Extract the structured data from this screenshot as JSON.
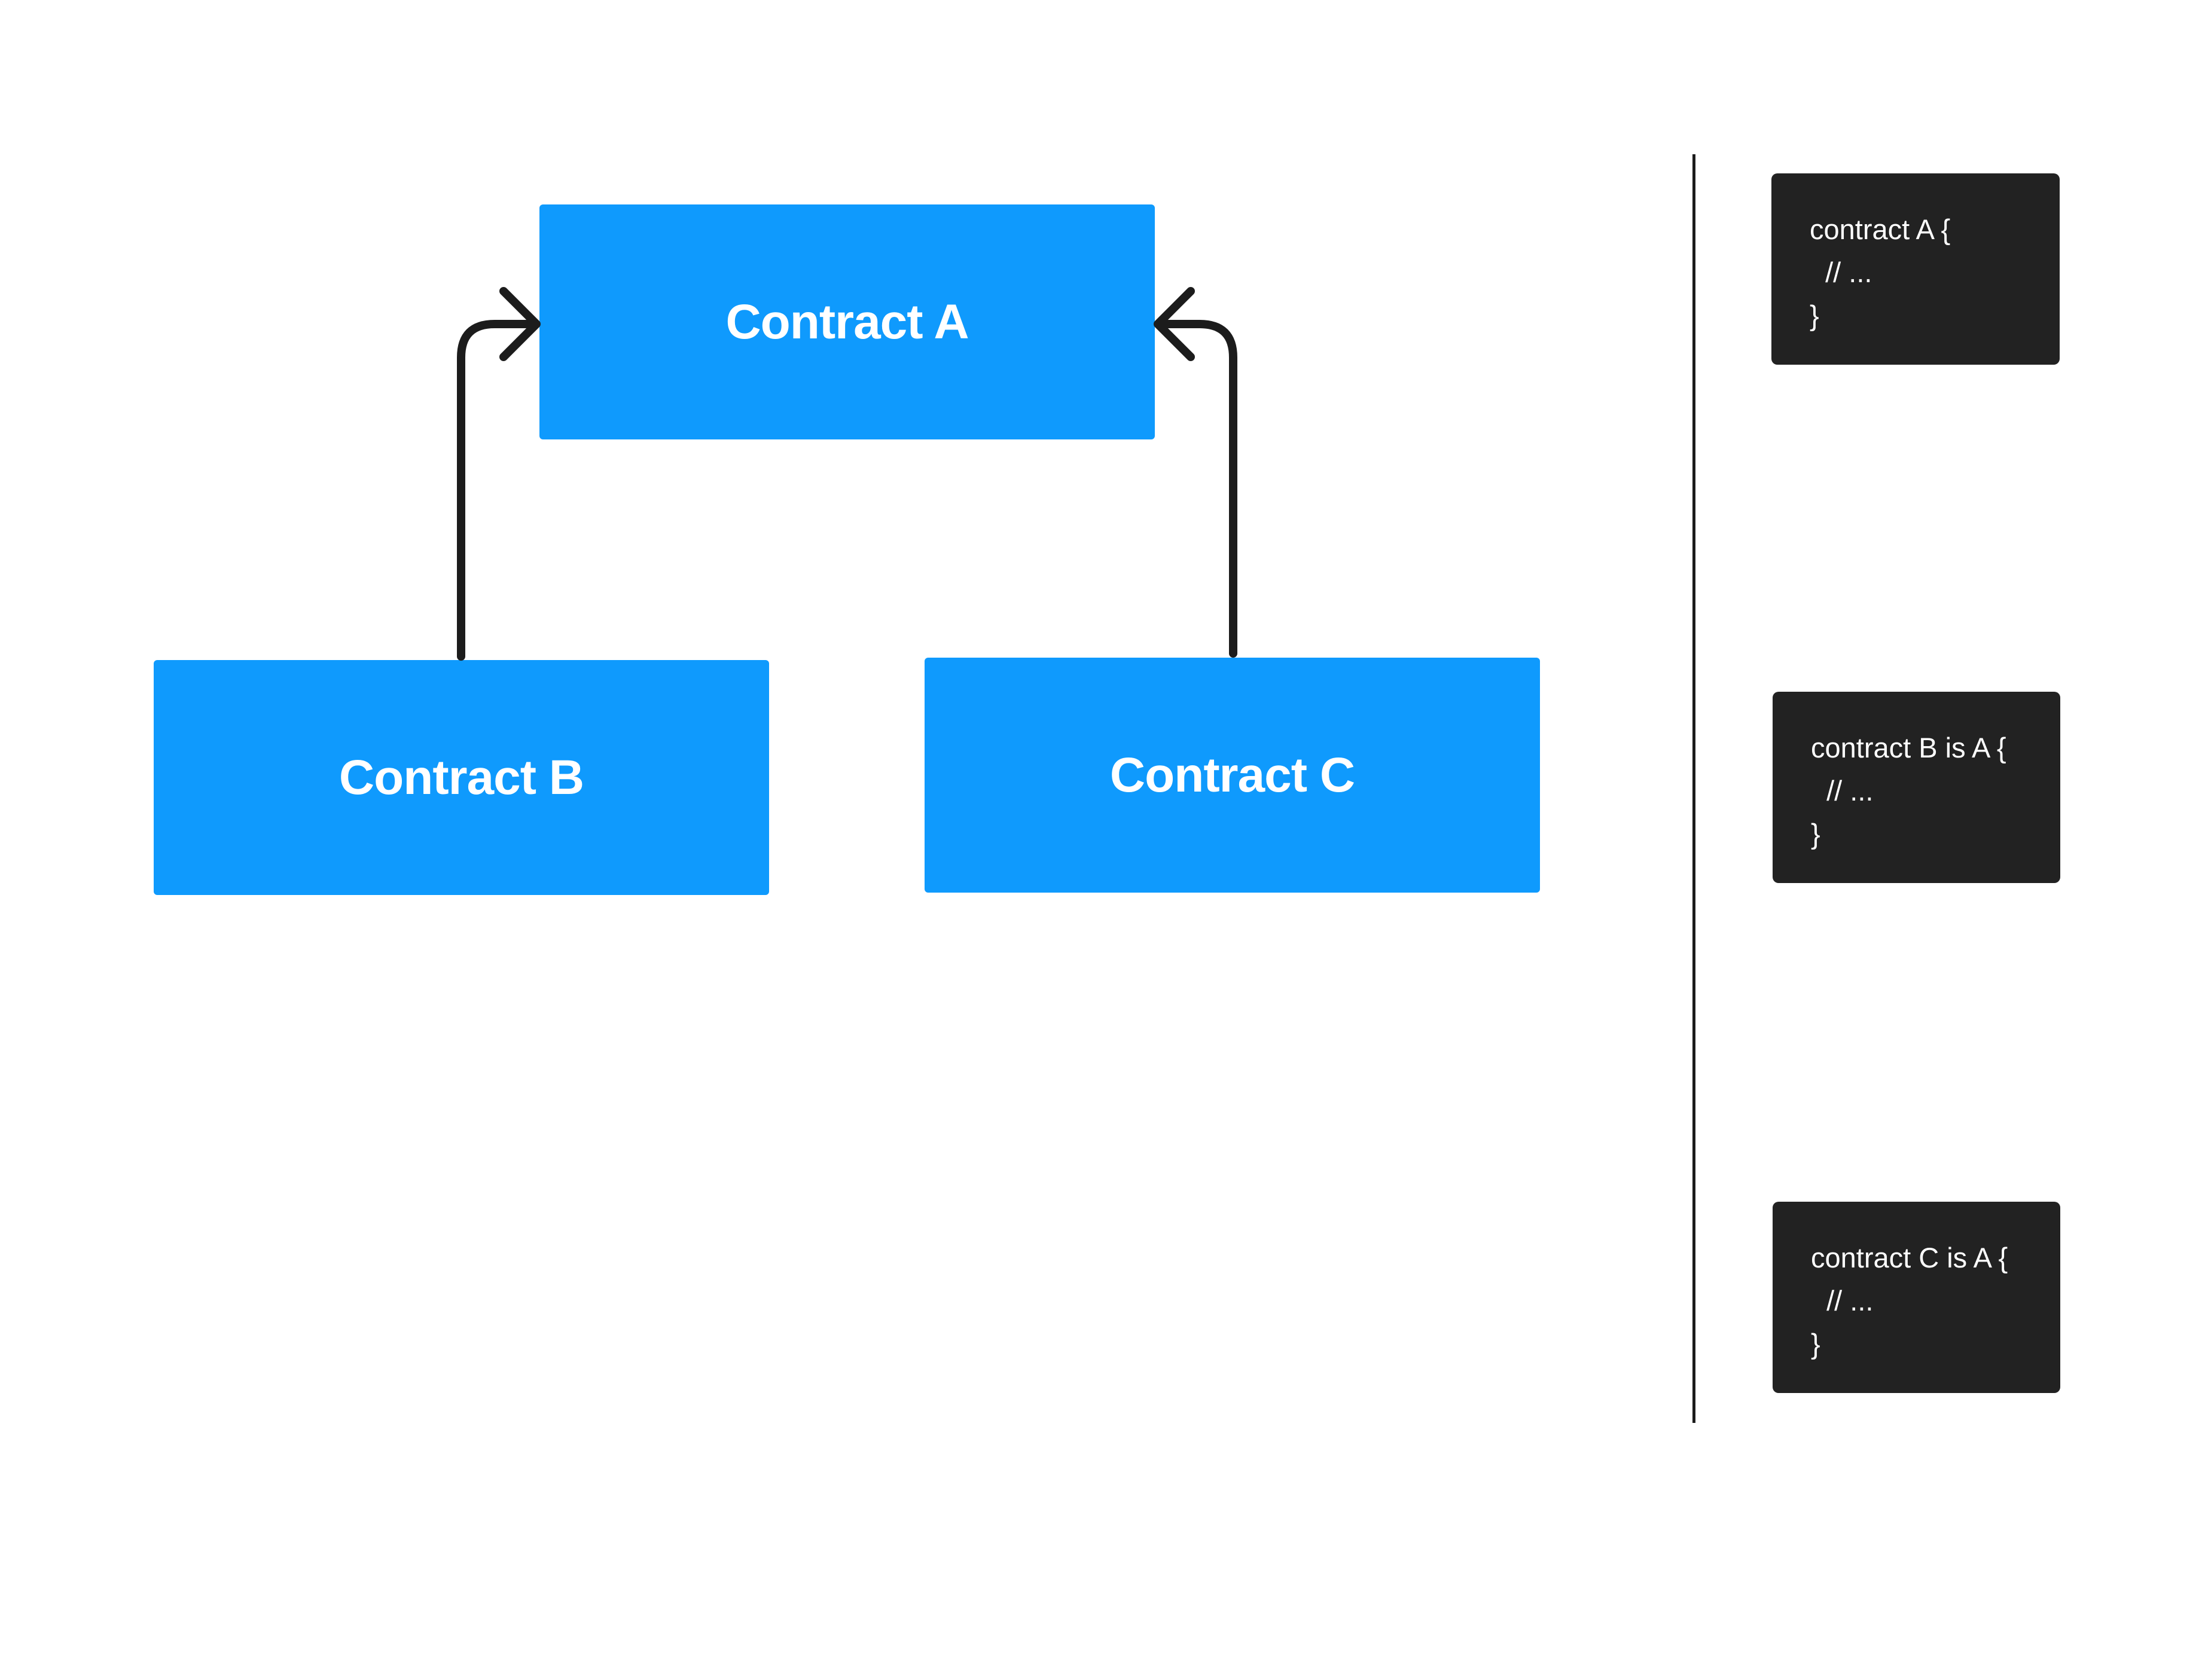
{
  "diagram": {
    "nodes": [
      {
        "id": "A",
        "label": "Contract A"
      },
      {
        "id": "B",
        "label": "Contract B"
      },
      {
        "id": "C",
        "label": "Contract C"
      }
    ],
    "edges": [
      {
        "from": "B",
        "to": "A"
      },
      {
        "from": "C",
        "to": "A"
      }
    ]
  },
  "code_blocks": [
    {
      "lines": [
        "contract A {",
        "  // ...",
        "}"
      ]
    },
    {
      "lines": [
        "contract B is A {",
        "  // ...",
        "}"
      ]
    },
    {
      "lines": [
        "contract C is A {",
        "  // ...",
        "}"
      ]
    }
  ],
  "colors": {
    "node_fill": "#0f9afd",
    "node_text": "#ffffff",
    "connector": "#1c1c1c",
    "code_background": "#222222",
    "code_text": "#ffffff"
  }
}
